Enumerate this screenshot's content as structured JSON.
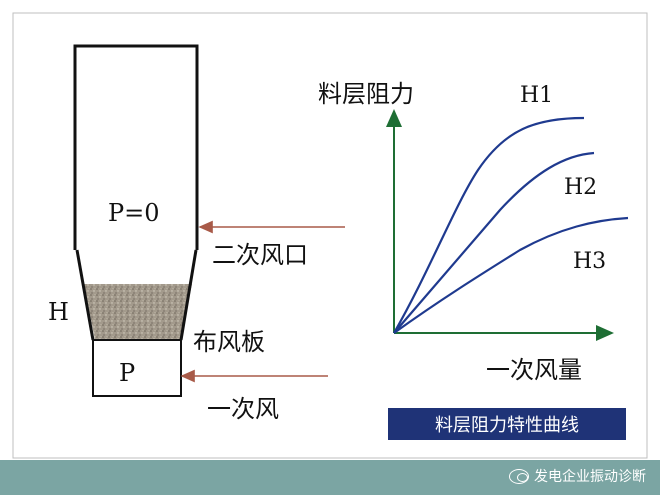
{
  "colors": {
    "frame": "#bfbfbf",
    "vessel": "#111111",
    "bed_fill": "#a39a8c",
    "arrow": "#a85a48",
    "axis": "#1e6e34",
    "curve": "#1f3a8f",
    "caption_bg": "#1f3377",
    "bottom_bar": "#7ba5a3"
  },
  "vessel": {
    "upper_pressure": "P=0",
    "lower_pressure": "P",
    "bed_height": "H",
    "secondary_air_port": "二次风口",
    "distributor_plate": "布风板",
    "primary_air": "一次风"
  },
  "chart": {
    "y_axis_label": "料层阻力",
    "x_axis_label": "一次风量",
    "curves": [
      {
        "name": "H1"
      },
      {
        "name": "H2"
      },
      {
        "name": "H3"
      }
    ]
  },
  "caption": "料层阻力特性曲线",
  "watermark": {
    "icon": "wechat-icon",
    "text": "发电企业振动诊断"
  }
}
